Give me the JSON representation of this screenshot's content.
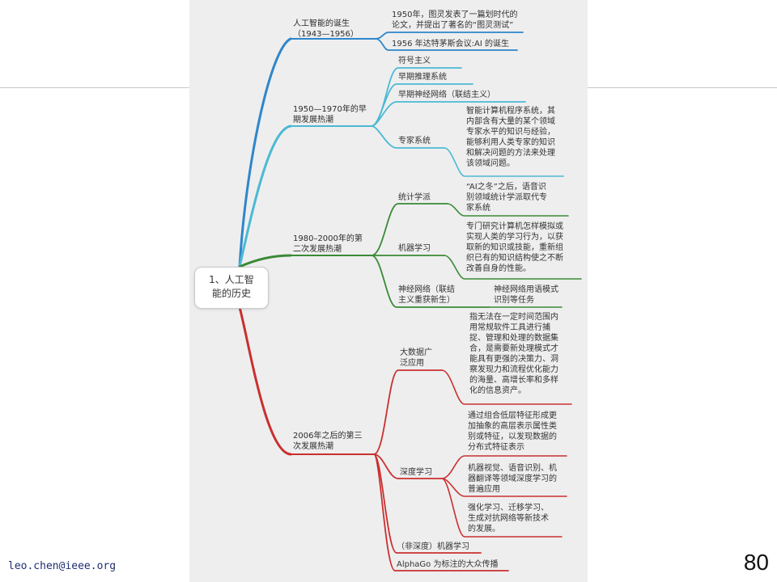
{
  "slide": {
    "email": "leo.chen@ieee.org",
    "page_number": "80"
  },
  "mindmap": {
    "root": "1、人工智\n能的历史",
    "colors": {
      "blue1": "#2f86c9",
      "blue2": "#4bb9d3",
      "green": "#3a8a35",
      "red": "#c9302e"
    },
    "b1": {
      "title": "人工智能的诞生\n（1943—1956）",
      "l1": "1950年，图灵发表了一篇划时代的\n论文，并提出了著名的“图灵测试”",
      "l2": "1956 年达特茅斯会议:AI 的诞生"
    },
    "b2": {
      "title": "1950—1970年的早\n期发展热潮",
      "l1": "符号主义",
      "l2": "早期推理系统",
      "l3": "早期神经网络（联结主义）",
      "l4": "专家系统",
      "l4_desc": "智能计算机程序系统，其\n内部含有大量的某个领域\n专家水平的知识与经验，\n能够利用人类专家的知识\n和解决问题的方法来处理\n该领域问题。"
    },
    "b3": {
      "title": "1980–2000年的第\n二次发展热潮",
      "l1": "统计学派",
      "l1_desc": "“AI之冬”之后，语音识\n别领域统计学派取代专\n家系统",
      "l2": "机器学习",
      "l2_desc": "专门研究计算机怎样模拟或\n实现人类的学习行为，以获\n取新的知识或技能，重新组\n织已有的知识结构使之不断\n改善自身的性能。",
      "l3": "神经网络（联结\n主义重获新生）",
      "l3_desc": "神经网络用语模式\n识别等任务"
    },
    "b4": {
      "title": "2006年之后的第三\n次发展热潮",
      "l1": "大数据广\n泛应用",
      "l1_desc": "指无法在一定时间范围内\n用常规软件工具进行捕\n捉、管理和处理的数据集\n合，是需要新处理模式才\n能具有更强的决策力、洞\n察发现力和流程优化能力\n的海量、高增长率和多样\n化的信息资产。",
      "l2": "深度学习",
      "l2_d1": "通过组合低层特征形成更\n加抽象的高层表示属性类\n别或特征，以发现数据的\n分布式特征表示",
      "l2_d2": "机器视觉、语音识别、机\n器翻译等领域深度学习的\n普遍应用",
      "l2_d3": "强化学习、迁移学习、\n生成对抗网络等新技术\n的发展。",
      "l3": "（非深度）机器学习",
      "l4": "AlphaGo 为标注的大众传播"
    }
  }
}
